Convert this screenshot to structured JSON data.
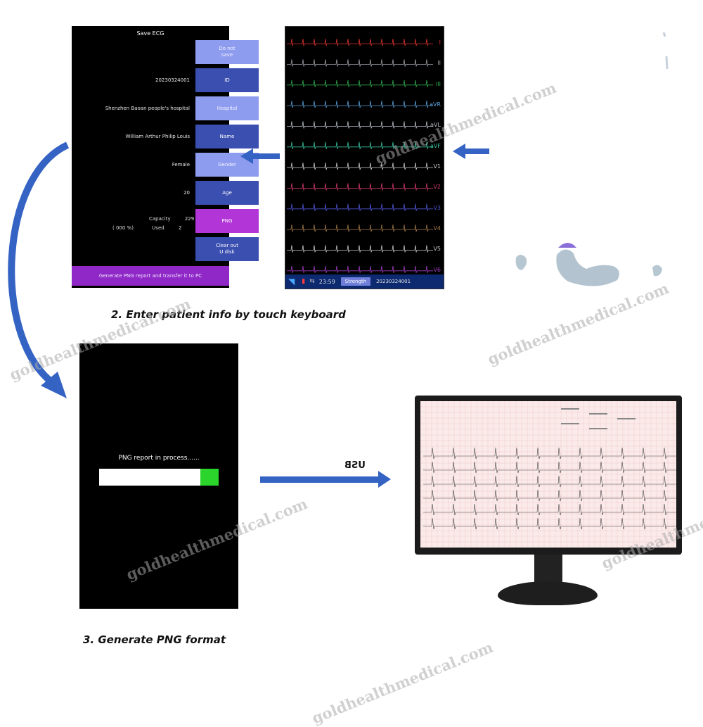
{
  "save_screen": {
    "title": "Save  ECG",
    "rows": [
      {
        "label": "Do not\nsave",
        "value": "",
        "style": "light"
      },
      {
        "label": "ID",
        "value": "20230324001",
        "style": "dark"
      },
      {
        "label": "Hospital",
        "value": "Shenzhen Baoan people's hospital",
        "style": "light"
      },
      {
        "label": "Name",
        "value": "William Arthur Philip Louis",
        "style": "dark"
      },
      {
        "label": "Gender",
        "value": "Female",
        "style": "light"
      },
      {
        "label": "Age",
        "value": "20",
        "style": "dark"
      },
      {
        "label": "PNG",
        "value": "",
        "style": "pink"
      },
      {
        "label": "Clear out\nU disk",
        "value": "",
        "style": "dark"
      }
    ],
    "capacity_label": "Capacity",
    "capacity_value": "229",
    "used_label": "Used",
    "used_value": "2",
    "used_percent": "( 000 %)",
    "footer": "Generate PNG report and transfer it to PC"
  },
  "ecg_screen": {
    "leads": [
      {
        "name": "I",
        "color": "#e3342f"
      },
      {
        "name": "II",
        "color": "#9aa0a8"
      },
      {
        "name": "III",
        "color": "#2fa84f"
      },
      {
        "name": "aVR",
        "color": "#5aa0d8"
      },
      {
        "name": "aVL",
        "color": "#b9c0c7"
      },
      {
        "name": "aVF",
        "color": "#3ac0a0"
      },
      {
        "name": "V1",
        "color": "#d0d0d0"
      },
      {
        "name": "V2",
        "color": "#d63a6a"
      },
      {
        "name": "V3",
        "color": "#4e57d9"
      },
      {
        "name": "V4",
        "color": "#a47b48"
      },
      {
        "name": "V5",
        "color": "#c7c7c7"
      },
      {
        "name": "V6",
        "color": "#a13cc2"
      }
    ],
    "status_id": "20230324001",
    "status_mode": "Strength",
    "status_time": "23:59"
  },
  "process_screen": {
    "text": "PNG report in process......",
    "progress": 0.15
  },
  "captions": {
    "step2": "2. Enter patient info by touch keyboard",
    "step3": "3. Generate PNG format",
    "usb_label": "USB"
  },
  "watermark": "goldhealthmedical.com",
  "colors": {
    "arrow": "#3563c4",
    "accent_purple": "#8f28c6",
    "progress_green": "#2bd52b"
  }
}
